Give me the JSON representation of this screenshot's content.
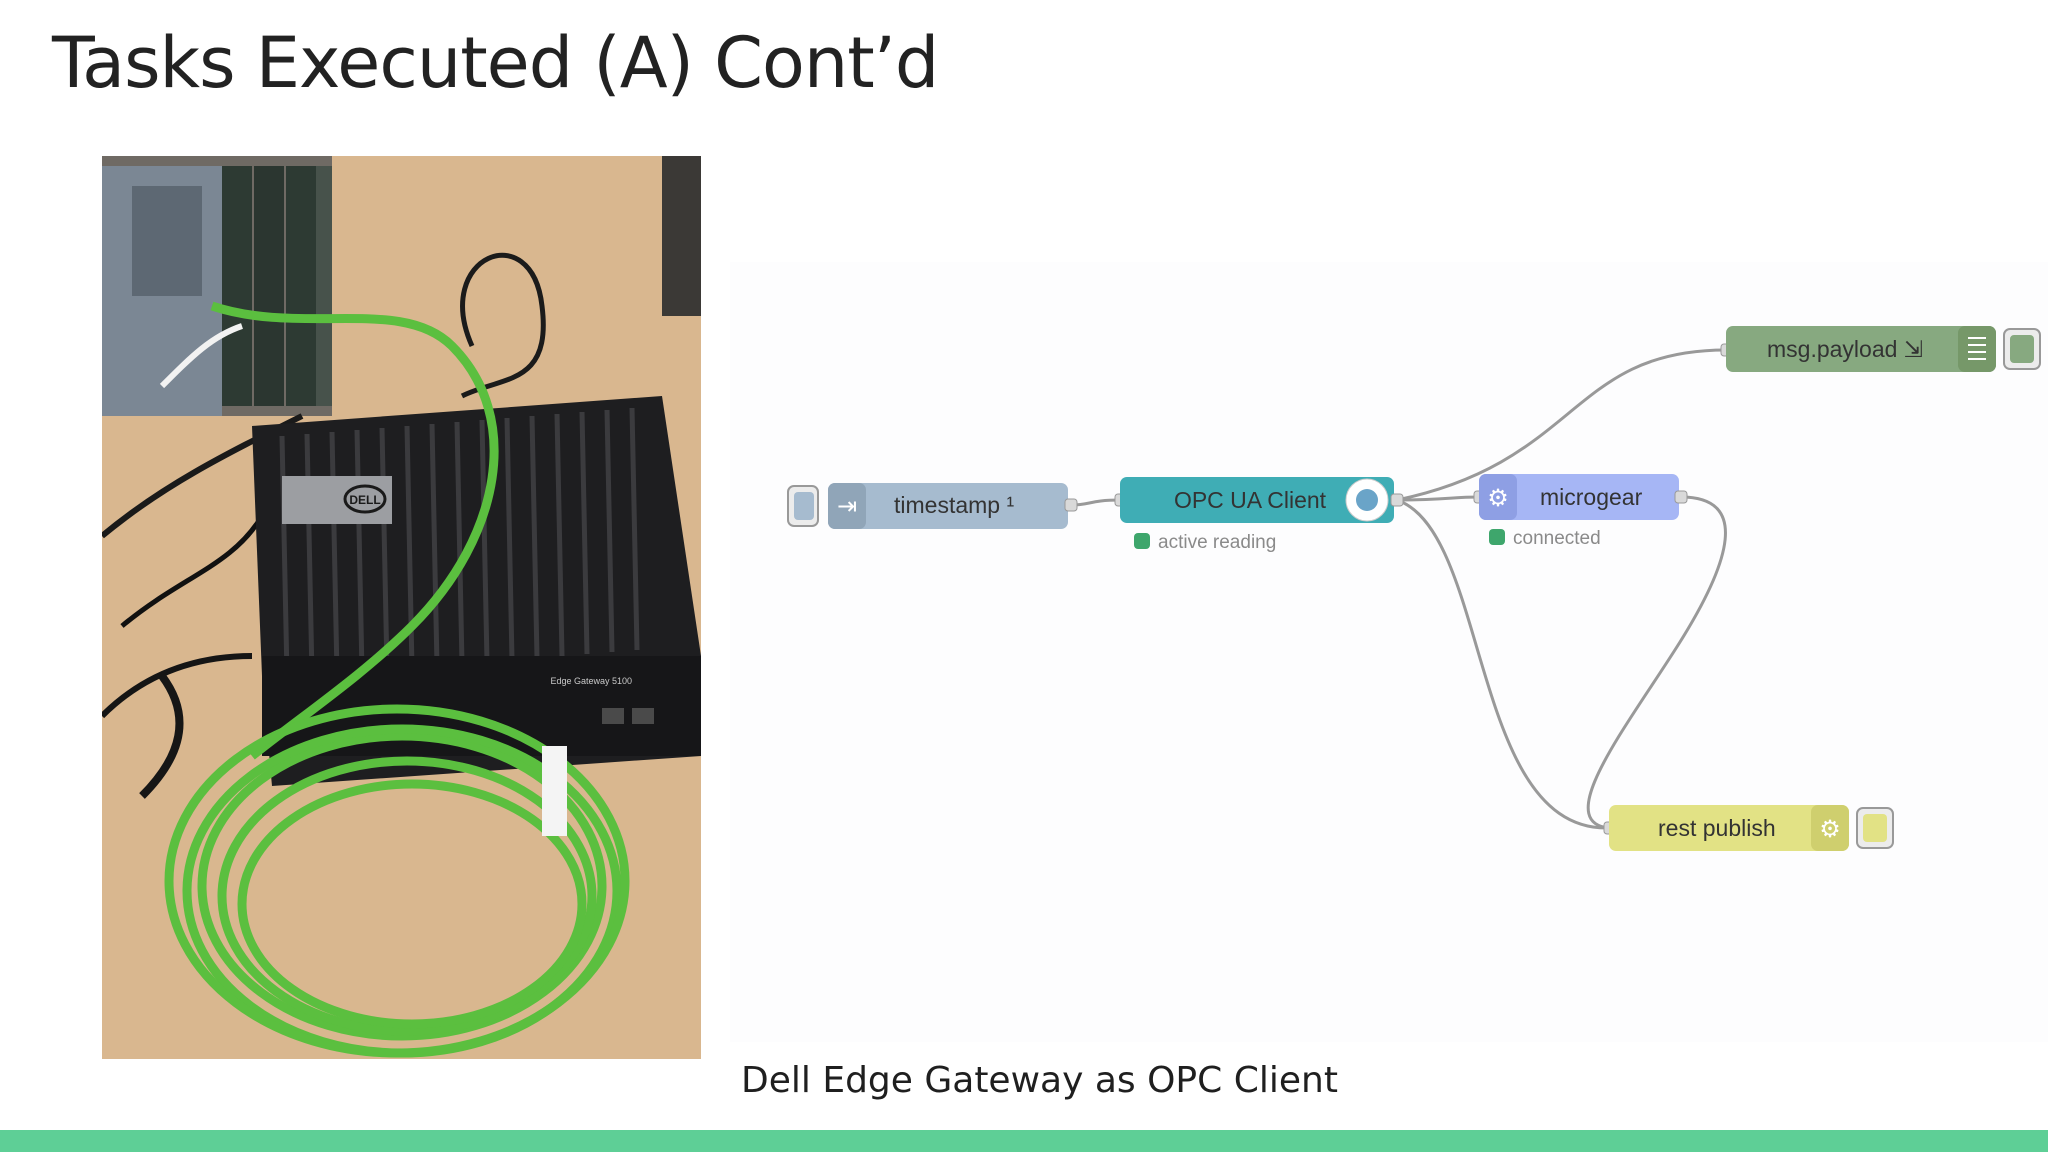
{
  "slide": {
    "title": "Tasks Executed (A) Cont’d",
    "caption": "Dell Edge Gateway as OPC Client",
    "footer_color": "#5ecf96"
  },
  "photo": {
    "description_icon": "dell-edge-gateway-photo",
    "brand_logo": "DELL",
    "device_label": "Edge Gateway 5100"
  },
  "flow": {
    "nodes": {
      "timestamp": {
        "label": "timestamp ¹",
        "color": "#a6bbcf",
        "icon": "inject-arrow-icon"
      },
      "opc_client": {
        "label": "OPC UA Client",
        "color": "#3fadb5",
        "status": "active reading",
        "status_color": "#3ea66c",
        "icon": "opcua-logo-icon"
      },
      "microgear": {
        "label": "microgear",
        "color": "#a6b6f5",
        "status": "connected",
        "status_color": "#3ea66c",
        "icon": "gear-icon"
      },
      "msg_payload": {
        "label": "msg.payload ⇲",
        "color": "#87a980",
        "icon": "debug-list-icon"
      },
      "rest_publish": {
        "label": "rest publish",
        "color": "#e2e285",
        "icon": "gear-icon"
      }
    }
  }
}
